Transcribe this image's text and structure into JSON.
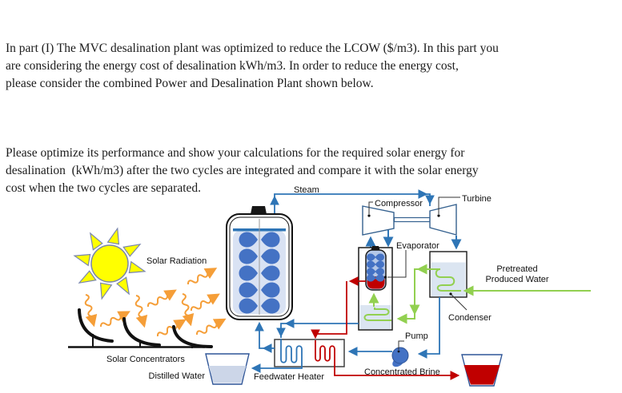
{
  "document": {
    "paragraph1": "In part (I) The MVC desalination plant was optimized to reduce the LCOW ($/m3). In this part you\nare considering the energy cost of desalination kWh/m3. In order to reduce the energy cost,\nplease consider the combined Power and Desalination Plant shown below.",
    "paragraph2": "Please optimize its performance and show your calculations for the required solar energy for\ndesalination  (kWh/m3) after the two cycles are integrated and compare it with the solar energy\ncost when the two cycles are separated."
  },
  "diagram": {
    "labels": {
      "steam": "Steam",
      "compressor": "Compressor",
      "turbine": "Turbine",
      "evaporator": "Evaporator",
      "pretreated_line1": "Pretreated",
      "pretreated_line2": "Produced Water",
      "condenser": "Condenser",
      "pump": "Pump",
      "concentrated_brine": "Concentrated Brine",
      "feedwater_heater": "Feedwater Heater",
      "distilled_water": "Distilled Water",
      "solar_radiation": "Solar Radiation",
      "solar_concentrators": "Solar Concentrators"
    },
    "colors": {
      "pipe_blue": "#2e75b6",
      "pipe_red": "#c00000",
      "pipe_green": "#92d050",
      "solar_orange": "#f59e38",
      "droplet_blue": "#4472c4",
      "liquid_light_blue": "#dbe5f1",
      "brine_red": "#c00000",
      "sun_yellow": "#ffff00"
    }
  }
}
